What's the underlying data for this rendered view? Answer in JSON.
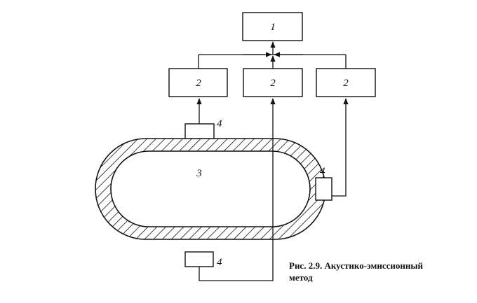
{
  "diagram": {
    "block_top_label": "1",
    "block_labels": [
      "2",
      "2",
      "2"
    ],
    "object_label": "3",
    "sensor_labels": [
      "4",
      "4",
      "4"
    ]
  },
  "caption": {
    "line1": "Рис. 2.9.  Акустико-эмиссионный",
    "line2": "метод"
  },
  "colors": {
    "ink": "#111111",
    "background": "#ffffff"
  }
}
